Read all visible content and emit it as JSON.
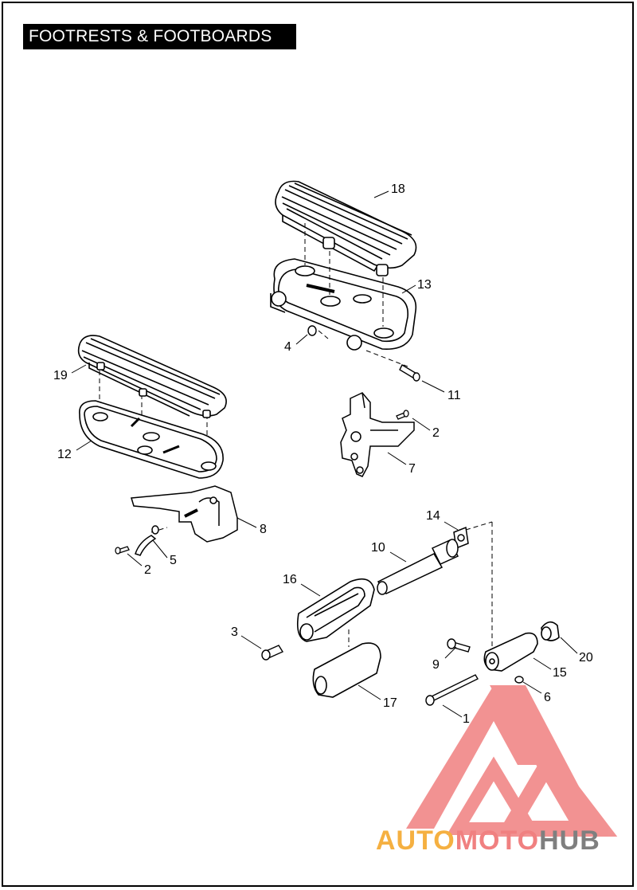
{
  "title": "FOOTRESTS & FOOTBOARDS",
  "callouts": [
    "18",
    "13",
    "4",
    "11",
    "19",
    "2",
    "12",
    "7",
    "8",
    "5",
    "2",
    "14",
    "10",
    "16",
    "3",
    "9",
    "20",
    "15",
    "6",
    "17",
    "1"
  ],
  "watermark": {
    "part1": "AUTO",
    "part2": "MOTO",
    "part3": "HUB"
  },
  "colors": {
    "watermark_red": "#f08080",
    "watermark_orange": "#f5b041",
    "watermark_gray": "#7f7f7f",
    "line": "#000000"
  }
}
